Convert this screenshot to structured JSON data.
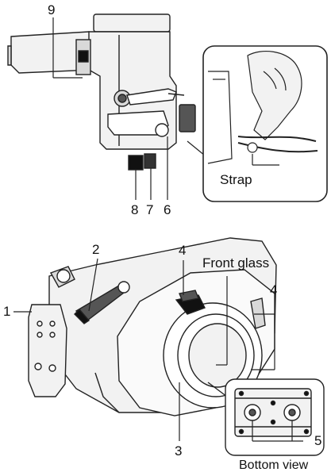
{
  "callouts": {
    "n9": "9",
    "n8": "8",
    "n7": "7",
    "n6": "6",
    "n1": "1",
    "n2": "2",
    "n3": "3",
    "n4a": "4",
    "n4b": "4",
    "n5": "5"
  },
  "texts": {
    "strap": "Strap",
    "front_glass": "Front glass",
    "bottom_view": "Bottom view"
  },
  "colors": {
    "line": "#222222",
    "light_gray": "#f2f2f2",
    "mid_gray": "#d9d9d9",
    "dark_gray": "#555555",
    "black": "#111111"
  }
}
